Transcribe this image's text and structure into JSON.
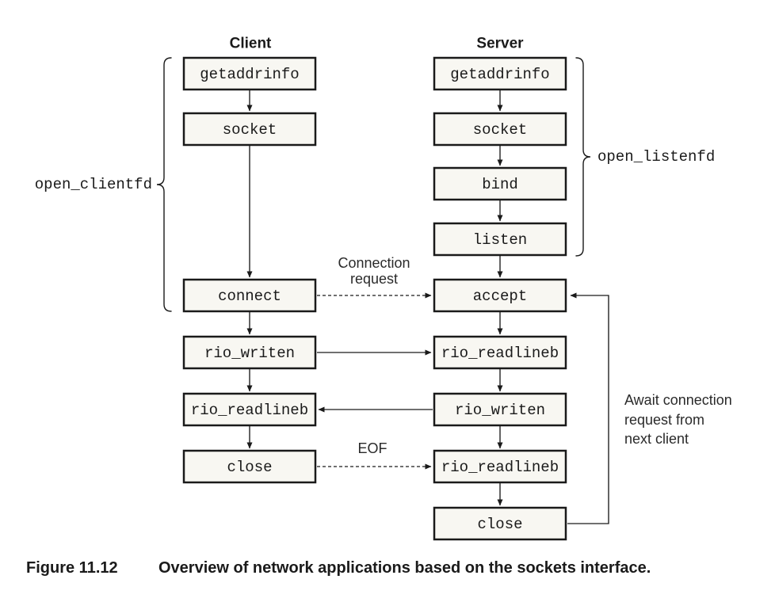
{
  "headers": {
    "client": "Client",
    "server": "Server"
  },
  "nodes": {
    "client_getaddrinfo": "getaddrinfo",
    "client_socket": "socket",
    "client_connect": "connect",
    "client_rio_writen": "rio_writen",
    "client_rio_readlineb": "rio_readlineb",
    "client_close": "close",
    "server_getaddrinfo": "getaddrinfo",
    "server_socket": "socket",
    "server_bind": "bind",
    "server_listen": "listen",
    "server_accept": "accept",
    "server_rio_readlineb1": "rio_readlineb",
    "server_rio_writen": "rio_writen",
    "server_rio_readlineb2": "rio_readlineb",
    "server_close": "close"
  },
  "annotations": {
    "open_clientfd": "open_clientfd",
    "open_listenfd": "open_listenfd",
    "connection_request": [
      "Connection",
      "request"
    ],
    "eof": "EOF",
    "await_next_client": [
      "Await connection",
      "request from",
      "next client"
    ]
  },
  "caption": {
    "figure_number": "Figure 11.12",
    "text": "Overview of network applications based on the sockets interface."
  },
  "colors": {
    "figure_number_blue": "#1e9cd7",
    "box_fill": "#f8f7f2",
    "box_border": "#1a1a1a"
  }
}
